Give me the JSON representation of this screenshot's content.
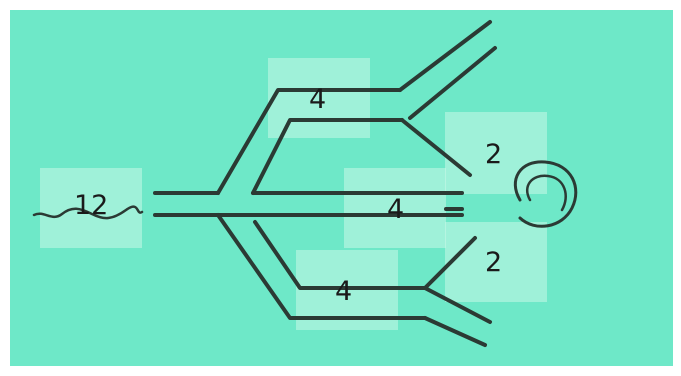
{
  "diagram": {
    "background_color": "#6ee8c8",
    "line_color": "#2b3a34",
    "box_color": "#c8f8e8",
    "labels": {
      "inlet": "12",
      "upper_branch": "4",
      "middle_branch": "4",
      "lower_branch": "4",
      "upper_right": "2",
      "lower_right": "2"
    }
  }
}
